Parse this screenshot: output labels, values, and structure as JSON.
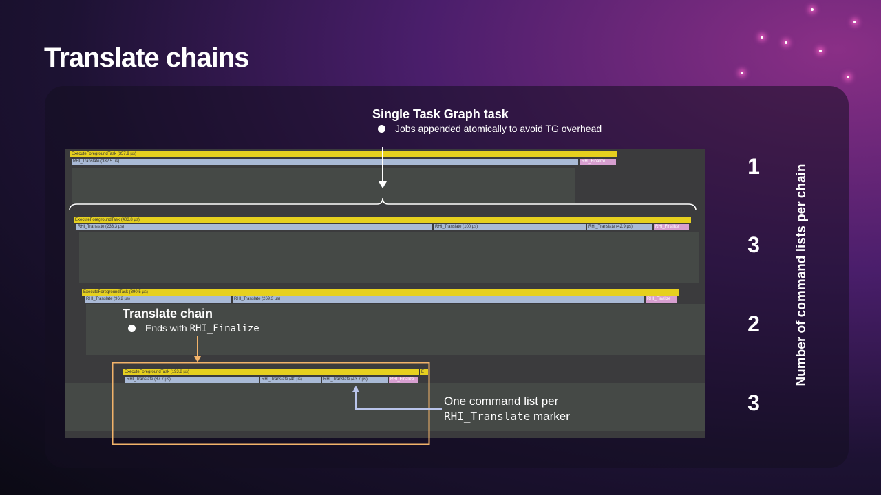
{
  "title": "Translate chains",
  "top_note": {
    "heading": "Single Task Graph task",
    "bullet": "Jobs appended atomically to avoid TG overhead"
  },
  "chain_note": {
    "heading": "Translate chain",
    "bullet_prefix": "Ends with ",
    "bullet_code": "RHI_Finalize"
  },
  "marker_note": {
    "line1": "One command list per",
    "line2_code": "RHI_Translate",
    "line2_suffix": " marker"
  },
  "axis_label": "Number of command lists per chain",
  "counts": [
    "1",
    "3",
    "2",
    "3"
  ],
  "rows": [
    {
      "task": "ExecuteForegroundTask (357.9 µs)",
      "translates": [
        "RHI_Translate (332.5 µs)"
      ],
      "finalize": "RHI_Finalize"
    },
    {
      "task": "ExecuteForegroundTask (403.8 µs)",
      "translates": [
        "RHI_Translate (233.3 µs)",
        "RHI_Translate (100 µs)",
        "RHI_Translate (42.9 µs)"
      ],
      "finalize": "RHI_Finalize"
    },
    {
      "task": "ExecuteForegroundTask (390.5 µs)",
      "translates": [
        "RHI_Translate (96.2 µs)",
        "RHI_Translate (269.3 µs)"
      ],
      "finalize": "RHI_Finalize"
    },
    {
      "task": "ExecuteForegroundTask (193.8 µs)",
      "extra": "E",
      "translates": [
        "RHI_Translate (87.7 µs)",
        "RHI_Translate (40 µs)",
        "RHI_Translate (43.7 µs)"
      ],
      "finalize": "RHI_Finalize"
    }
  ],
  "colors": {
    "task": "#e6d01f",
    "translate": "#a9bad6",
    "finalize": "#d79fd0",
    "highlight": "#f2b36a"
  }
}
